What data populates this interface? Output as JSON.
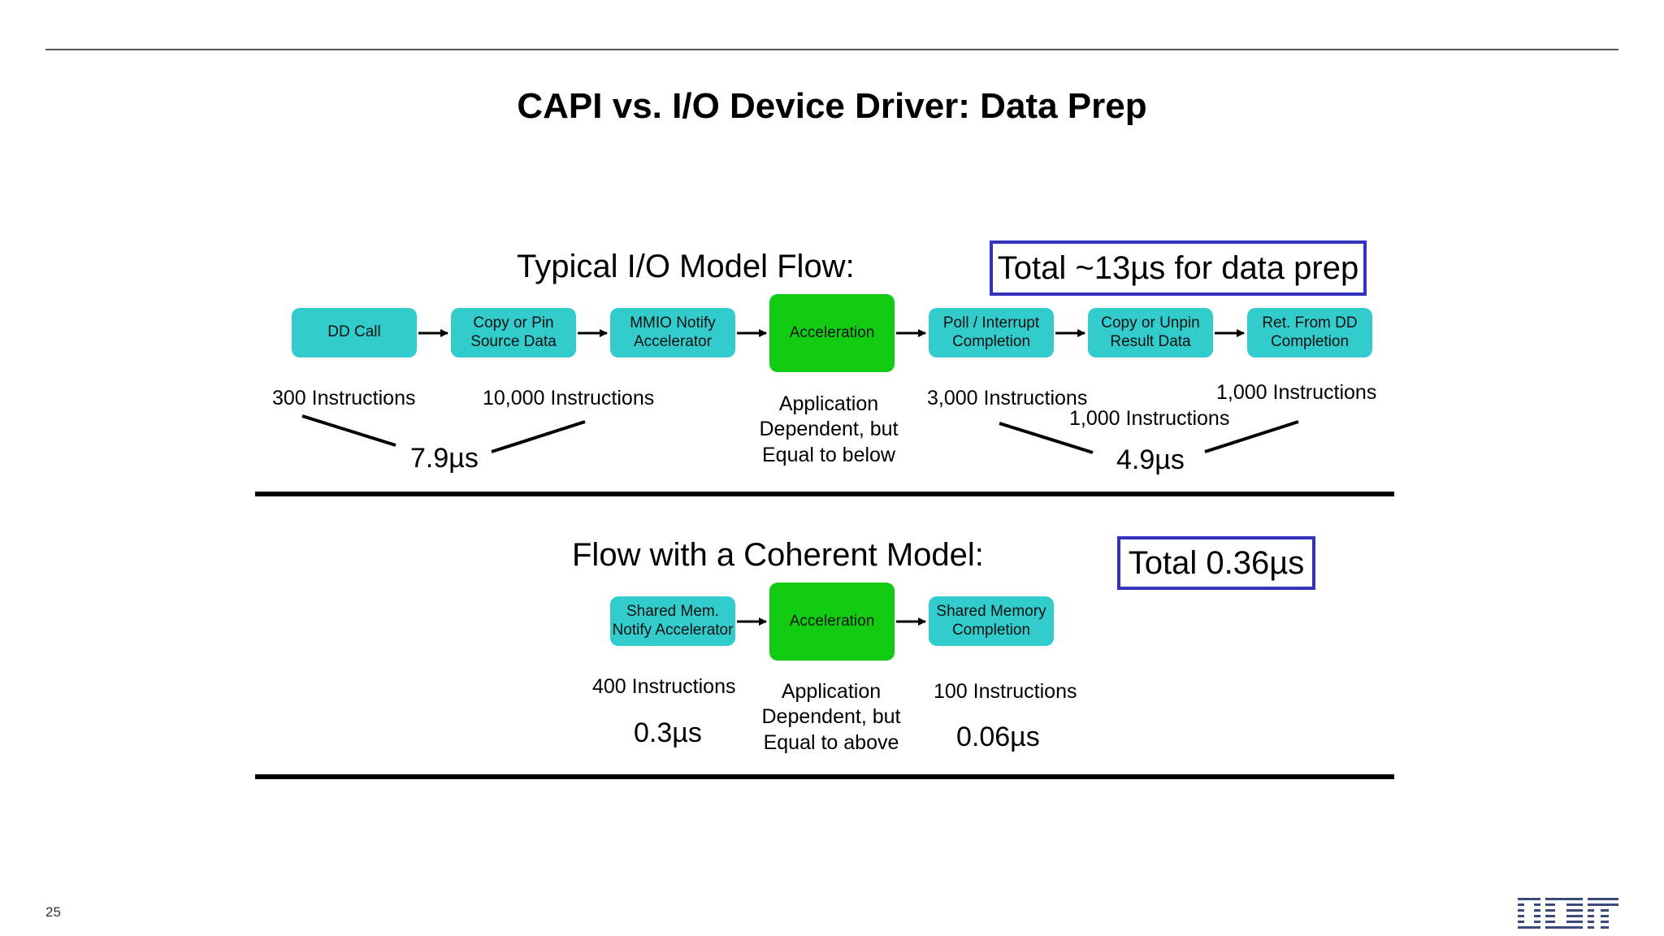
{
  "slide": {
    "title": "CAPI vs. I/O Device Driver: Data Prep",
    "page_number": "25",
    "logo": "IBM"
  },
  "typical": {
    "heading": "Typical I/O Model Flow:",
    "total": "Total ~13µs for data prep",
    "steps": [
      {
        "label": "DD Call"
      },
      {
        "label": "Copy or Pin\nSource Data"
      },
      {
        "label": "MMIO Notify\nAccelerator"
      },
      {
        "label": "Acceleration"
      },
      {
        "label": "Poll / Interrupt\nCompletion"
      },
      {
        "label": "Copy or Unpin\nResult Data"
      },
      {
        "label": "Ret. From DD\nCompletion"
      }
    ],
    "instr_dd_call": "300 Instructions",
    "instr_copy_pin": "10,000 Instructions",
    "accel_note": "Application\nDependent, but\nEqual to below",
    "instr_poll": "3,000 Instructions",
    "instr_copy_unpin": "1,000 Instructions",
    "instr_ret": "1,000 Instructions",
    "time_left": "7.9µs",
    "time_right": "4.9µs"
  },
  "coherent": {
    "heading": "Flow with a Coherent Model:",
    "total": "Total 0.36µs",
    "steps": [
      {
        "label": "Shared Mem.\nNotify Accelerator"
      },
      {
        "label": "Acceleration"
      },
      {
        "label": "Shared Memory\nCompletion"
      }
    ],
    "instr_notify": "400 Instructions",
    "time_notify": "0.3µs",
    "accel_note": "Application\nDependent, but\nEqual to above",
    "instr_completion": "100 Instructions",
    "time_completion": "0.06µs"
  },
  "colors": {
    "step_box": "#33cccc",
    "accel_box": "#11cc11",
    "total_border": "#3333bb"
  }
}
